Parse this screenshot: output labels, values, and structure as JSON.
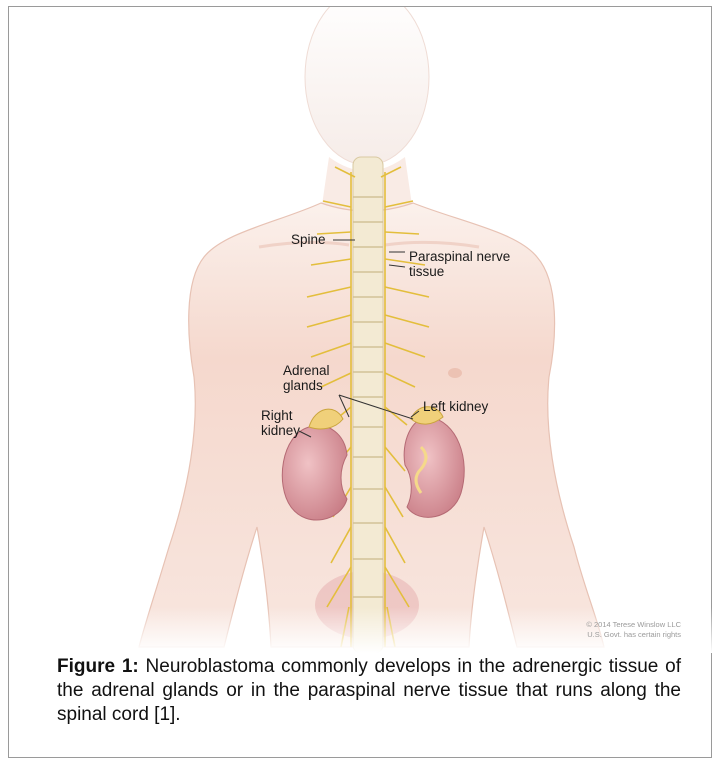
{
  "labels": {
    "spine": "Spine",
    "paraspinal_line1": "Paraspinal nerve",
    "paraspinal_line2": "tissue",
    "adrenal_line1": "Adrenal",
    "adrenal_line2": "glands",
    "right_kidney_line1": "Right",
    "right_kidney_line2": "kidney",
    "left_kidney": "Left kidney"
  },
  "copyright": {
    "line1": "© 2014 Terese Winslow LLC",
    "line2": "U.S. Govt. has certain rights"
  },
  "caption": {
    "lead": "Figure 1:",
    "text": " Neuroblastoma commonly develops in the adrenergic tissue of the adrenal glands or in the paraspinal nerve tissue that runs along the spinal cord [1]."
  },
  "colors": {
    "skin": "#f6ddd4",
    "skin_shadow": "#eec3b5",
    "nerve": "#e8c64a",
    "kidney": "#d9919a",
    "spine": "#efe6cf"
  }
}
